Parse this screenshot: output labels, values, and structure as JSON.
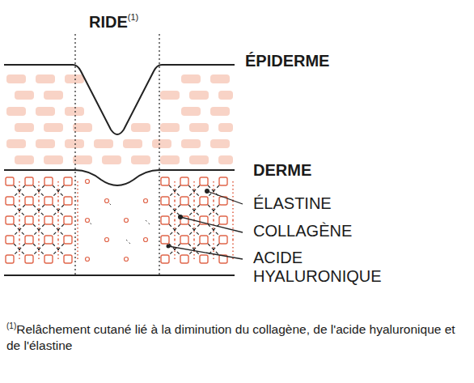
{
  "diagram": {
    "title": "RIDE",
    "caption": "Relâchement cutané lié à la diminution du collagène, de l'acide hyaluronique et de l'élastine",
    "labels": [
      "(1)",
      "ÉPIDERME",
      "DERME",
      "ÉLASTINE",
      "COLLAGÈNE",
      "ACIDE HYALURONIQUE",
      "(1)"
    ]
  }
}
